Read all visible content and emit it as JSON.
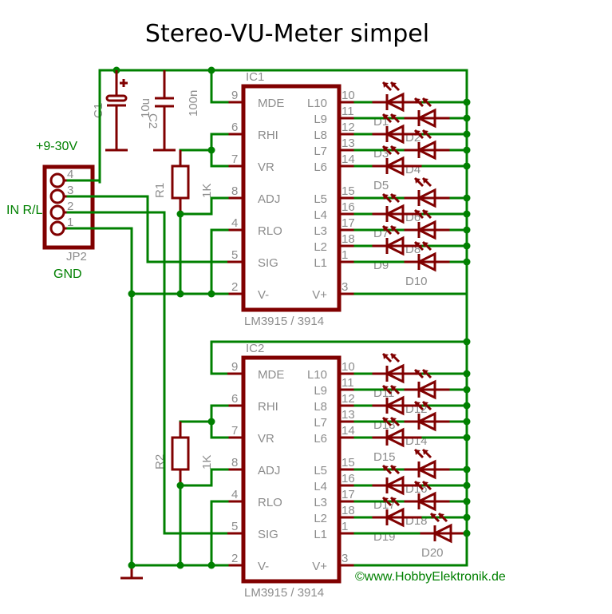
{
  "title": "Stereo-VU-Meter simpel",
  "colors": {
    "wire": "#008000",
    "component": "#800000",
    "label": "#8c8c8c",
    "net_label": "#008000"
  },
  "power_label": "+9-30V",
  "input_label": "IN R/L",
  "ground_label": "GND",
  "connector": {
    "name": "JP2",
    "pins": [
      "4",
      "3",
      "2",
      "1"
    ]
  },
  "capacitors": [
    {
      "name": "C1",
      "value": "10u",
      "overlap_label": "C2",
      "polarized": true
    },
    {
      "value": "100n"
    }
  ],
  "resistors": [
    {
      "name": "R1",
      "value": "1K"
    },
    {
      "name": "R2",
      "value": "1K"
    }
  ],
  "ics": [
    {
      "name": "IC1",
      "part": "LM3915 / 3914",
      "left_pins": [
        {
          "pin": "9",
          "name": "MDE"
        },
        {
          "pin": "6",
          "name": "RHI"
        },
        {
          "pin": "7",
          "name": "VR"
        },
        {
          "pin": "8",
          "name": "ADJ"
        },
        {
          "pin": "4",
          "name": "RLO"
        },
        {
          "pin": "5",
          "name": "SIG"
        },
        {
          "pin": "2",
          "name": "V-"
        }
      ],
      "right_pins": [
        {
          "pin": "10",
          "name": "L10"
        },
        {
          "pin": "11",
          "name": "L9"
        },
        {
          "pin": "12",
          "name": "L8"
        },
        {
          "pin": "13",
          "name": "L7"
        },
        {
          "pin": "14",
          "name": "L6"
        },
        {
          "pin": "15",
          "name": "L5"
        },
        {
          "pin": "16",
          "name": "L4"
        },
        {
          "pin": "17",
          "name": "L3"
        },
        {
          "pin": "18",
          "name": "L2"
        },
        {
          "pin": "1",
          "name": "L1"
        },
        {
          "pin": "3",
          "name": "V+"
        }
      ],
      "leds": [
        "D1",
        "D2",
        "D3",
        "D4",
        "D5",
        "D6",
        "D7",
        "D8",
        "D9",
        "D10"
      ]
    },
    {
      "name": "IC2",
      "part": "LM3915 / 3914",
      "left_pins": [
        {
          "pin": "9",
          "name": "MDE"
        },
        {
          "pin": "6",
          "name": "RHI"
        },
        {
          "pin": "7",
          "name": "VR"
        },
        {
          "pin": "8",
          "name": "ADJ"
        },
        {
          "pin": "4",
          "name": "RLO"
        },
        {
          "pin": "5",
          "name": "SIG"
        },
        {
          "pin": "2",
          "name": "V-"
        }
      ],
      "right_pins": [
        {
          "pin": "10",
          "name": "L10"
        },
        {
          "pin": "11",
          "name": "L9"
        },
        {
          "pin": "12",
          "name": "L8"
        },
        {
          "pin": "13",
          "name": "L7"
        },
        {
          "pin": "14",
          "name": "L6"
        },
        {
          "pin": "15",
          "name": "L5"
        },
        {
          "pin": "16",
          "name": "L4"
        },
        {
          "pin": "17",
          "name": "L3"
        },
        {
          "pin": "18",
          "name": "L2"
        },
        {
          "pin": "1",
          "name": "L1"
        },
        {
          "pin": "3",
          "name": "V+"
        }
      ],
      "leds": [
        "D11",
        "D12",
        "D13",
        "D14",
        "D15",
        "D16",
        "D17",
        "D18",
        "D19",
        "D20"
      ]
    }
  ],
  "copyright": "©www.HobbyElektronik.de"
}
